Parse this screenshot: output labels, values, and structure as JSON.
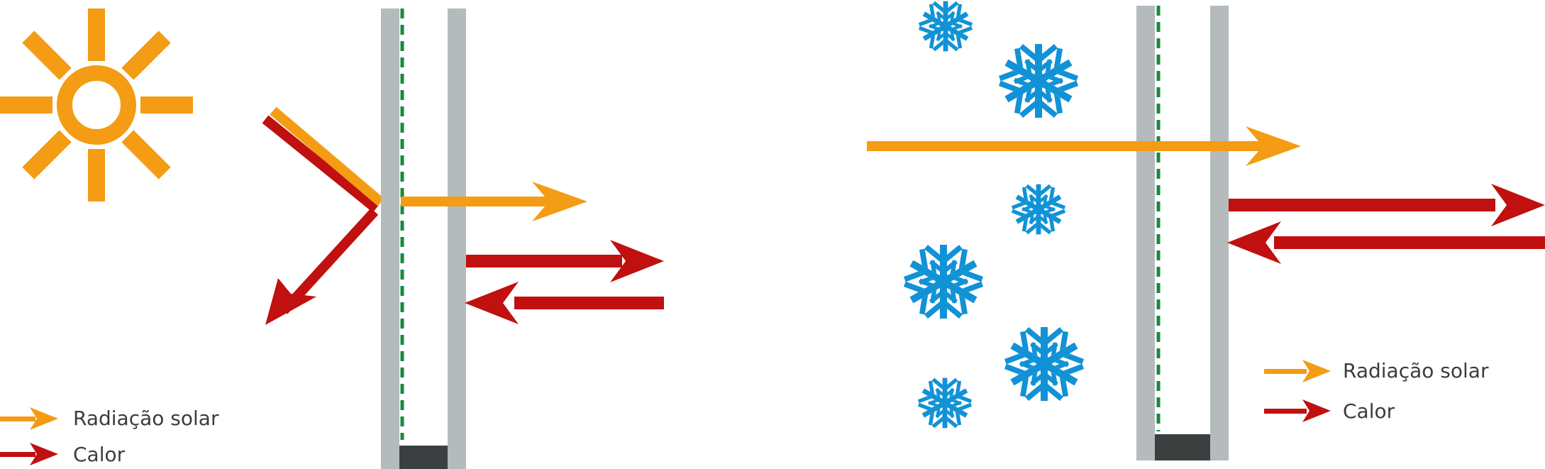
{
  "colors": {
    "solar": "#f39c14",
    "heat": "#c01010",
    "snow": "#1192d6",
    "glass": "#b5bbbd",
    "coating": "#178a3e",
    "spacer": "#3c3f3f"
  },
  "icons": {
    "sun": "sun-icon",
    "snowflake": "snowflake-icon"
  },
  "legends": [
    {
      "solar_label": "Radiação solar",
      "heat_label": "Calor"
    },
    {
      "solar_label": "Radiação solar",
      "heat_label": "Calor"
    }
  ]
}
